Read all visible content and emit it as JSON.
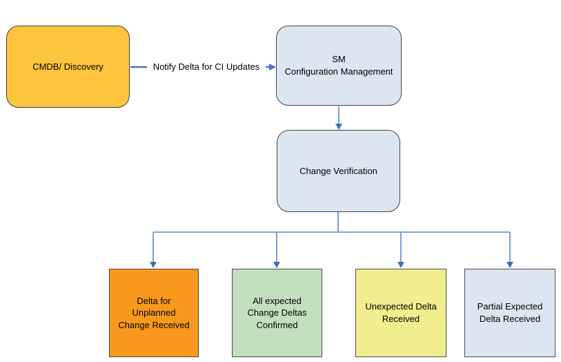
{
  "nodes": {
    "cmdb_discovery": {
      "label": "CMDB/ Discovery",
      "fill": "#FDC43D"
    },
    "sm_configuration_management": {
      "label": "SM\nConfiguration Management",
      "fill": "#DCE6F1"
    },
    "change_verification": {
      "label": "Change Verification",
      "fill": "#DCE6F1"
    },
    "delta_unplanned_change_received": {
      "label": "Delta for\nUnplanned\nChange Received",
      "fill": "#F8991D"
    },
    "all_expected_change_deltas_confirmed": {
      "label": "All expected\nChange Deltas\nConfirmed",
      "fill": "#C2DFBE"
    },
    "unexpected_delta_received": {
      "label": "Unexpected Delta\nReceived",
      "fill": "#F0EE8E"
    },
    "partial_expected_delta_received": {
      "label": "Partial Expected\nDelta Received",
      "fill": "#DCE6F1"
    }
  },
  "edges": {
    "cmdb_to_sm_label": "Notify Delta for CI Updates"
  },
  "colors": {
    "arrow_primary": "#4472C4",
    "connector_line": "#6A96D2",
    "arrowhead": "#3E6DB5",
    "node_border": "#404040",
    "background": "#FFFFFF",
    "text": "#000000"
  }
}
